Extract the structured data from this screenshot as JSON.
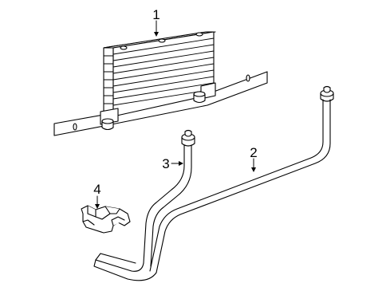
{
  "callouts": [
    {
      "id": "1",
      "label": "1"
    },
    {
      "id": "2",
      "label": "2"
    },
    {
      "id": "3",
      "label": "3"
    },
    {
      "id": "4",
      "label": "4"
    }
  ],
  "colors": {
    "line": "#000000",
    "fill": "#ffffff"
  }
}
